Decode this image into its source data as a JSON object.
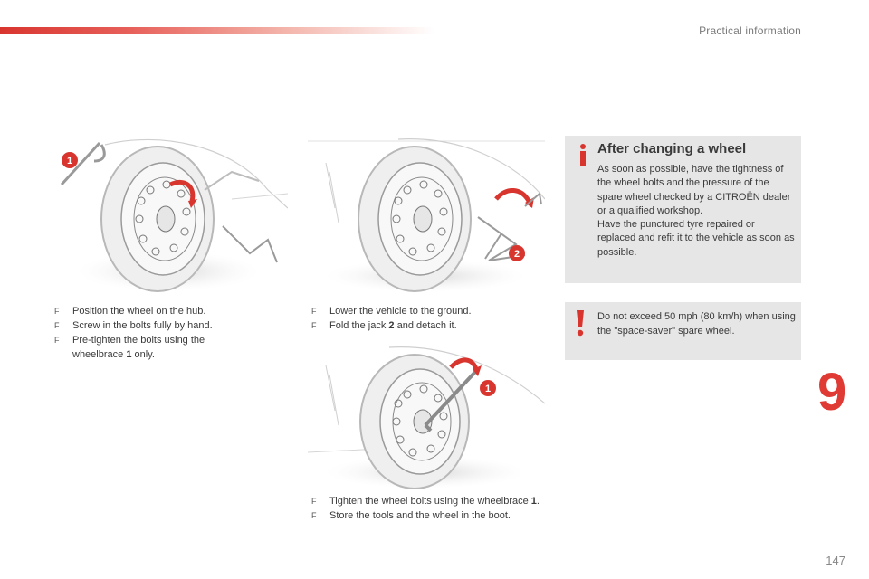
{
  "header": {
    "section_title": "Practical information"
  },
  "illustrations": {
    "illus1": {
      "callout": "1",
      "accent_color": "#d9352f"
    },
    "illus2": {
      "callout": "2",
      "accent_color": "#d9352f"
    },
    "illus3": {
      "callout": "1",
      "accent_color": "#d9352f"
    }
  },
  "steps1": {
    "items": [
      {
        "bullet": "F",
        "text": "Position the wheel on the hub."
      },
      {
        "bullet": "F",
        "text": "Screw in the bolts fully by hand."
      },
      {
        "bullet": "F",
        "text_before": "Pre-tighten the bolts using the wheelbrace ",
        "num": "1",
        "text_after": " only."
      }
    ]
  },
  "steps2": {
    "items": [
      {
        "bullet": "F",
        "text": "Lower the vehicle to the ground."
      },
      {
        "bullet": "F",
        "text_before": "Fold the jack ",
        "num": "2",
        "text_after": " and detach it."
      }
    ]
  },
  "steps3": {
    "items": [
      {
        "bullet": "F",
        "text_before": "Tighten the wheel bolts using the wheelbrace ",
        "num": "1",
        "text_after": "."
      },
      {
        "bullet": "F",
        "text": "Store the tools and the wheel in the boot."
      }
    ]
  },
  "info_box": {
    "title": "After changing a wheel",
    "line1": "As soon as possible, have the tightness of the wheel bolts and the pressure of the spare wheel checked by a CITROËN dealer or a qualified workshop.",
    "line2": "Have the punctured tyre repaired or replaced and refit it to the vehicle as soon as possible.",
    "icon_color": "#d9352f"
  },
  "warning_box": {
    "text": "Do not exceed 50 mph (80 km/h) when using the \"space-saver\" spare wheel.",
    "icon_color": "#d9352f"
  },
  "chapter_number": "9",
  "page_number": "147"
}
